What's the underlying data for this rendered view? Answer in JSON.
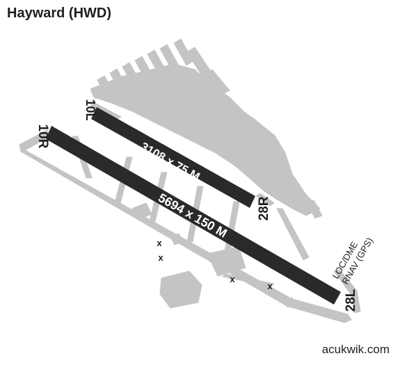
{
  "title": "Hayward (HWD)",
  "credit": "acukwik.com",
  "colors": {
    "runway": "#2a2a2a",
    "taxi": "#c4c4c4",
    "text": "#1e1e1e"
  },
  "runways": [
    {
      "dimensions": "3108 x 75 M",
      "end_a": "10L",
      "end_b": "28R"
    },
    {
      "dimensions": "5694 x 150 M",
      "end_a": "10R",
      "end_b": "28L"
    }
  ],
  "approaches": {
    "line1": "LOC/DME",
    "line2": "RNAV (GPS)"
  },
  "closed_marker": "x"
}
